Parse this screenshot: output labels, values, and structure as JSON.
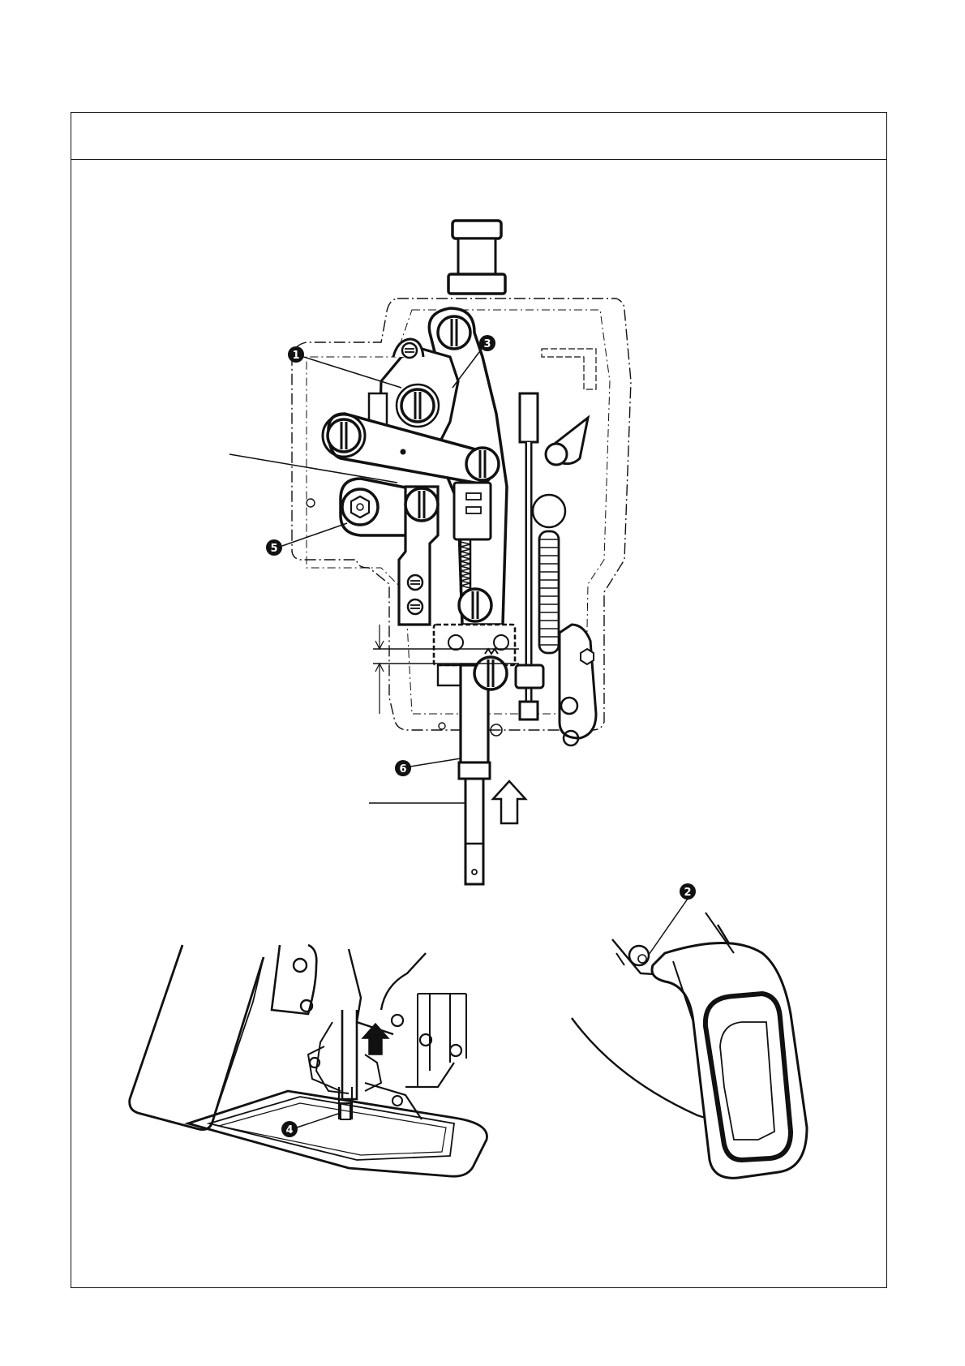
{
  "header": {
    "title": ""
  },
  "callouts": [
    {
      "id": "callout-1",
      "label": "1"
    },
    {
      "id": "callout-2",
      "label": "2"
    },
    {
      "id": "callout-3",
      "label": "3"
    },
    {
      "id": "callout-4",
      "label": "4"
    },
    {
      "id": "callout-5",
      "label": "5"
    },
    {
      "id": "callout-6",
      "label": "6"
    }
  ],
  "colors": {
    "ink": "#111111",
    "paper": "#ffffff"
  },
  "icons": [
    "up-arrow-outline-icon",
    "up-arrow-solid-icon"
  ]
}
